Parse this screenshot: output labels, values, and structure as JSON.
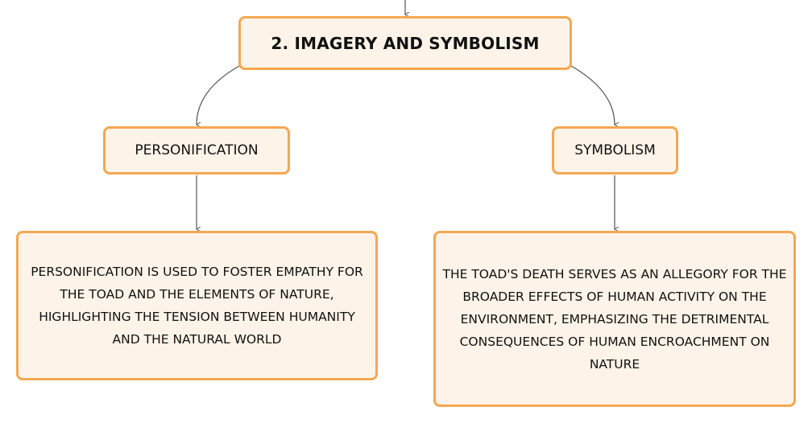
{
  "diagram": {
    "root": {
      "label": "2. IMAGERY AND SYMBOLISM"
    },
    "branches": [
      {
        "label": "PERSONIFICATION",
        "description": "PERSONIFICATION IS USED TO FOSTER EMPATHY FOR THE TOAD AND THE ELEMENTS OF NATURE, HIGHLIGHTING THE TENSION BETWEEN HUMANITY AND THE NATURAL WORLD"
      },
      {
        "label": "SYMBOLISM",
        "description": "THE TOAD'S DEATH SERVES AS AN ALLEGORY FOR THE BROADER EFFECTS OF HUMAN ACTIVITY ON THE ENVIRONMENT, EMPHASIZING THE DETRIMENTAL CONSEQUENCES OF HUMAN ENCROACHMENT ON NATURE"
      }
    ],
    "colors": {
      "node_border": "#f3a852",
      "node_fill": "#fdf3e8",
      "connector": "#555555",
      "text": "#111111"
    }
  }
}
